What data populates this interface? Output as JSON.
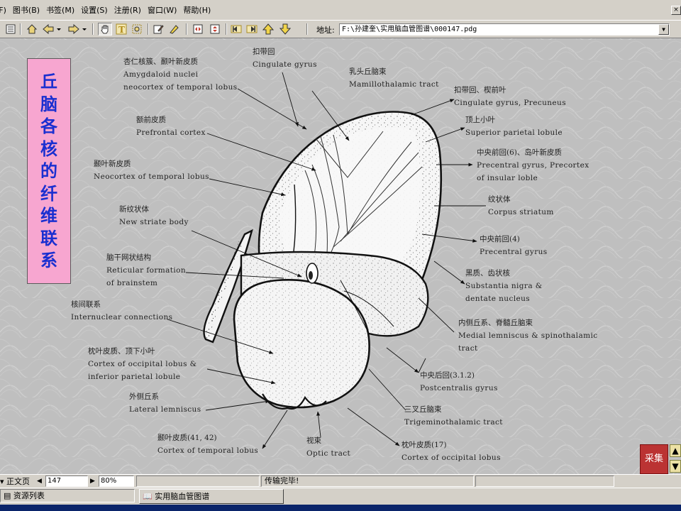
{
  "menu": {
    "items": [
      "(F)",
      "图书(B)",
      "书签(M)",
      "设置(S)",
      "注册(R)",
      "窗口(W)",
      "帮助(H)"
    ]
  },
  "toolbar": {
    "address_label": "地址:",
    "address_value": "F:\\孙建奎\\实用脑血管图谱\\000147.pdg"
  },
  "plate": {
    "title_chars": [
      "丘",
      "脑",
      "各",
      "核",
      "的",
      "纤",
      "维",
      "联",
      "系"
    ],
    "labels": {
      "cingulate": {
        "zh": "扣带回",
        "en": "Cingulate gyrus"
      },
      "mamillothalamic": {
        "zh": "乳头丘脑束",
        "en": "Mamillothalamic tract"
      },
      "amygdaloid": {
        "zh": "杏仁核簇、颞叶新皮质",
        "en1": "Amygdaloid nuclei",
        "en2": "neocortex of temporal lobus"
      },
      "cingulate_precuneus": {
        "zh": "扣带回、楔前叶",
        "en": "Cingulate gyrus, Precuneus"
      },
      "superior_parietal": {
        "zh": "顶上小叶",
        "en": "Superior parietal lobule"
      },
      "prefrontal": {
        "zh": "额前皮质",
        "en": "Prefrontal cortex"
      },
      "precentral_insular": {
        "zh": "中央前回(6)、岛叶新皮质",
        "en1": "Precentral gyrus, Precortex",
        "en2": "of insular loble"
      },
      "neocortex_temporal": {
        "zh": "颞叶新皮质",
        "en": "Neocortex of temporal lobus"
      },
      "corpus_striatum": {
        "zh": "纹状体",
        "en": "Corpus striatum"
      },
      "new_striate": {
        "zh": "新纹状体",
        "en": "New striate body"
      },
      "precentral_4": {
        "zh": "中央前回(4)",
        "en": "Precentral gyrus"
      },
      "reticular": {
        "zh": "脑干网状结构",
        "en1": "Reticular formation",
        "en2": "of brainstem"
      },
      "substantia_nigra": {
        "zh": "黑质、齿状核",
        "en1": "Substantia nigra &",
        "en2": "dentate nucleus"
      },
      "internuclear": {
        "zh": "核间联系",
        "en": "Internuclear connections"
      },
      "medial_lemniscus": {
        "zh": "内侧丘系、脊髓丘脑束",
        "en1": "Medial lemniscus & spinothalamic",
        "en2": "tract"
      },
      "occipital_parietal": {
        "zh": "枕叶皮质、顶下小叶",
        "en1": "Cortex of occipital lobus &",
        "en2": "inferior parietal lobule"
      },
      "postcentral": {
        "zh": "中央后回(3.1.2)",
        "en": "Postcentralis gyrus"
      },
      "lateral_lemniscus": {
        "zh": "外侧丘系",
        "en": "Lateral lemniscus"
      },
      "trigeminothalamic": {
        "zh": "三叉丘脑束",
        "en": "Trigeminothalamic tract"
      },
      "temporal_cortex": {
        "zh": "颞叶皮质(41, 42)",
        "en": "Cortex of temporal lobus"
      },
      "optic": {
        "zh": "视束",
        "en": "Optic tract"
      },
      "occipital_17": {
        "zh": "枕叶皮质(17)",
        "en": "Cortex of occipital lobus"
      }
    }
  },
  "side": {
    "stamp": "采集"
  },
  "status": {
    "page_label": "正文页",
    "page_number": "147",
    "zoom": "80%",
    "message": "传输完毕!"
  },
  "taskbar": {
    "resource_list": "资源列表",
    "book_title": "实用脑血管图谱"
  }
}
